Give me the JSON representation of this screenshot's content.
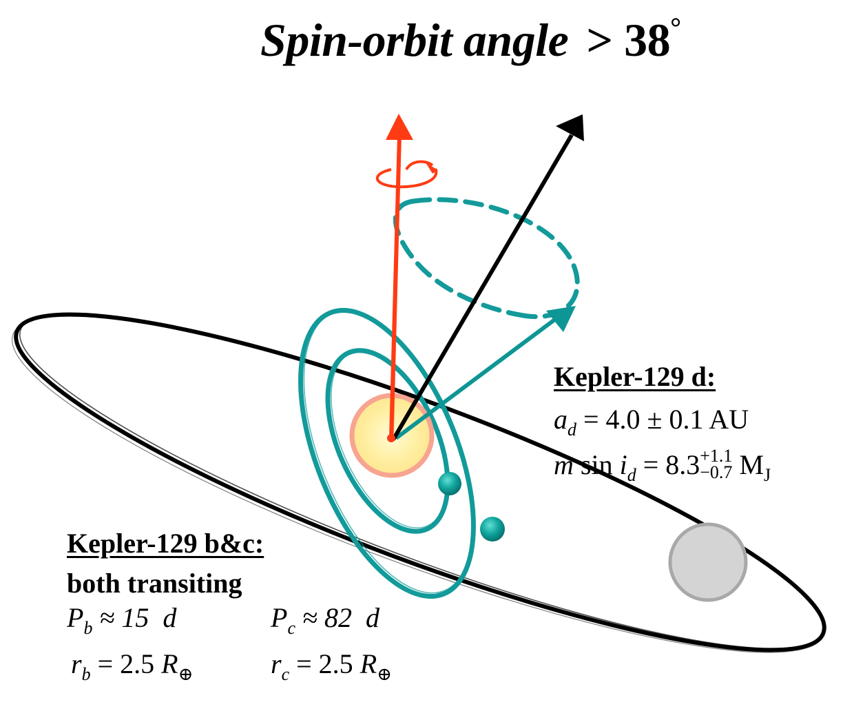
{
  "title": {
    "quantity": "Spin-orbit angle",
    "relation": ">",
    "value": "38",
    "unit": "°"
  },
  "planet_d": {
    "heading": "Kepler-129  d:",
    "a_symbol": "a",
    "a_sub": "d",
    "a_value": "= 4.0 ± 0.1  AU",
    "m_prefix": "m",
    "m_sin": " sin ",
    "m_i": "i",
    "m_sub": "d",
    "m_eq": " = 8.3",
    "m_plus": "+1.1",
    "m_minus": "−0.7",
    "m_unit": " M",
    "m_unit_sub": "J"
  },
  "planets_bc": {
    "heading": "Kepler-129  b&c:",
    "subheading": "both  transiting",
    "pb_symbol": "P",
    "pb_sub": "b",
    "pb_value": " ≈ 15  d",
    "pc_symbol": "P",
    "pc_sub": "c",
    "pc_value": " ≈ 82  d",
    "rb_symbol": "r",
    "rb_sub": "b",
    "rb_value": " = 2.5 ",
    "rb_unit": "R",
    "rb_unit_sub": "⊕",
    "rc_symbol": "r",
    "rc_sub": "c",
    "rc_value": " = 2.5 ",
    "rc_unit": "R",
    "rc_unit_sub": "⊕"
  },
  "colors": {
    "stellar_spin_axis": "#ff3b14",
    "outer_orbit_normal": "#000000",
    "inner_orbit_normal": "#0e9595",
    "inner_orbits": "#139a9a",
    "star_core": "#fff2a6",
    "star_halo": "#f7a08c",
    "outer_planet": "#d4d4d4"
  }
}
